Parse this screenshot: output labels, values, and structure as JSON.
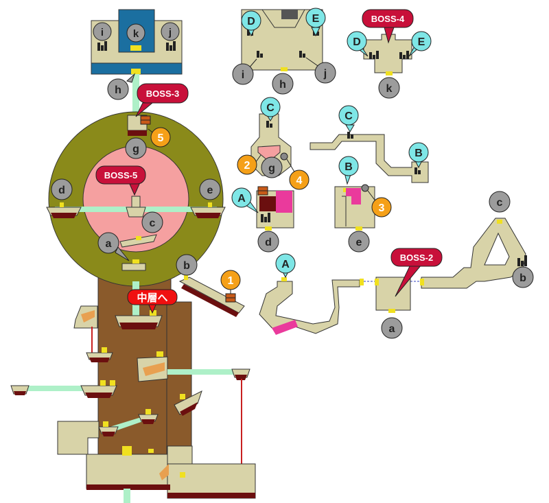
{
  "markers": {
    "i1": "i",
    "k1": "k",
    "j1": "j",
    "h1": "h",
    "g1": "g",
    "d1": "d",
    "e1": "e",
    "c1": "c",
    "a1": "a",
    "b1": "b",
    "D2": "D",
    "E2": "E",
    "i2": "i",
    "h2": "h",
    "j2": "j",
    "D3": "D",
    "E3": "E",
    "k3": "k",
    "C4": "C",
    "g4": "g",
    "A4": "A",
    "d4": "d",
    "C5": "C",
    "B5": "B",
    "B6": "B",
    "e6": "e",
    "c7": "c",
    "b7": "b",
    "A8": "A",
    "a9": "a"
  },
  "bosses": {
    "boss3": "BOSS-3",
    "boss5": "BOSS-5",
    "boss4": "BOSS-4",
    "boss2": "BOSS-2"
  },
  "numbers": {
    "n1": "1",
    "n2": "2",
    "n3": "3",
    "n4": "4",
    "n5": "5"
  },
  "to_middle_label": "中層へ",
  "colors": {
    "floor": "#d8d3a8",
    "floor_edge": "#6b0f0f",
    "tower": "#8a5a2b",
    "ring": "#8a8a1a",
    "inner": "#f5a0a0",
    "path": "#aef0c8",
    "gray_marker": "#9c9c9c",
    "cyan_marker": "#7ee6e6",
    "boss": "#c8103a",
    "orange": "#f5a018"
  }
}
